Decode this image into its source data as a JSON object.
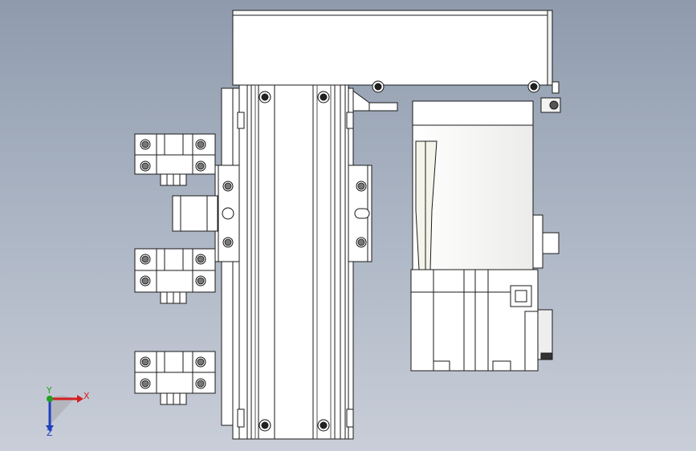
{
  "viewport": {
    "background_top": "#8f9bad",
    "background_bottom": "#c9ced8",
    "line_color": "#1a1a1a",
    "part_fill": "#ffffff",
    "shade_fill": "#e9e9e4"
  },
  "triad": {
    "x_label": "X",
    "y_label": "Y",
    "z_label": "Z",
    "x_color": "#d42020",
    "y_color": "#22a022",
    "z_color": "#2040c0"
  }
}
